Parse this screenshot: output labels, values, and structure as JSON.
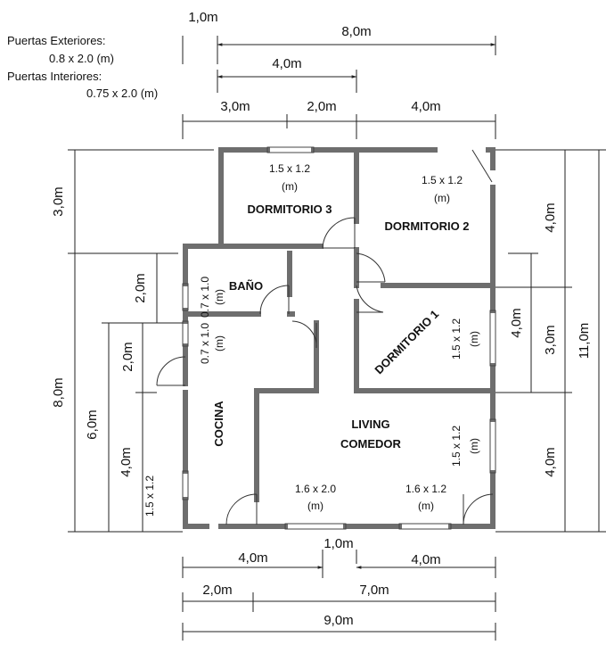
{
  "legend": {
    "exterior_title": "Puertas Exteriores:",
    "exterior_size": "0.8 x 2.0 (m)",
    "interior_title": "Puertas Interiores:",
    "interior_size": "0.75 x 2.0 (m)"
  },
  "rooms": {
    "dormitorio3": "DORMITORIO 3",
    "dormitorio2": "DORMITORIO 2",
    "dormitorio1": "DORMITORIO 1",
    "bano": "BAÑO",
    "cocina": "COCINA",
    "living": "LIVING",
    "comedor": "COMEDOR"
  },
  "windows": {
    "w_dorm3": "1.5 x 1.2",
    "w_dorm2": "1.5 x 1.2",
    "w_dorm1": "1.5 x 1.2",
    "w_living_right": "1.5 x 1.2",
    "w_cocina": "1.5 x 1.2",
    "w_bano1": "0.7 x 1.0",
    "w_bano2": "0.7 x 1.0",
    "w_front": "1.6 x 2.0",
    "w_front2": "1.6 x 1.2",
    "unit": "(m)"
  },
  "dimensions": {
    "top_1m": "1,0m",
    "top_8m": "8,0m",
    "top_4m": "4,0m",
    "top_3m": "3,0m",
    "top_2m": "2,0m",
    "top_4m_b": "4,0m",
    "left_3m": "3,0m",
    "left_8m": "8,0m",
    "left_2m_a": "2,0m",
    "left_2m_b": "2,0m",
    "left_6m": "6,0m",
    "left_4m": "4,0m",
    "left_15": "1.5 x 1.2",
    "right_4m_a": "4,0m",
    "right_11m": "11,0m",
    "right_4m_mid": "4,0m",
    "right_3m": "3,0m",
    "right_4m_b": "4,0m",
    "bottom_4m_a": "4,0m",
    "bottom_1m": "1,0m",
    "bottom_4m_b": "4,0m",
    "bottom_2m": "2,0m",
    "bottom_7m": "7,0m",
    "bottom_9m": "9,0m"
  }
}
